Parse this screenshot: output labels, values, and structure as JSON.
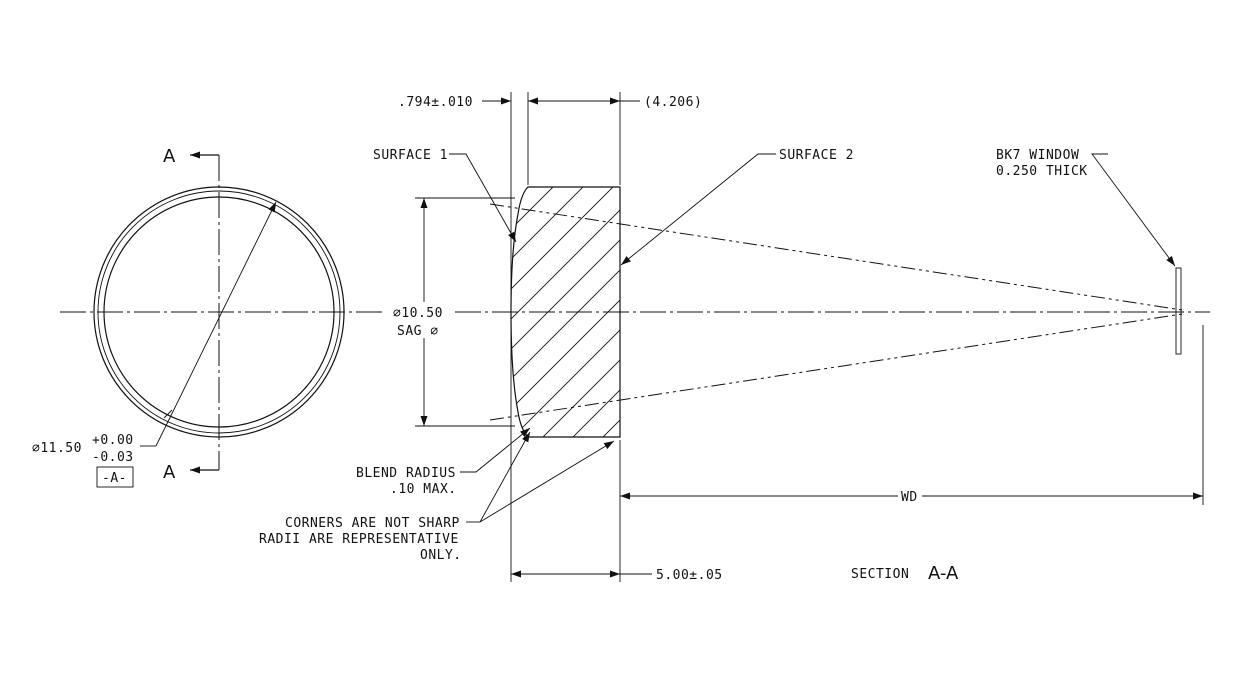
{
  "labels": {
    "section_mark_top": "A",
    "section_mark_bottom": "A",
    "outer_diameter": "∅11.50",
    "outer_tol_plus": "+0.00",
    "outer_tol_minus": "-0.03",
    "datum": "-A-",
    "center_thickness": ".794±.010",
    "ref_dim": "(4.206)",
    "surface1": "SURFACE 1",
    "surface2": "SURFACE 2",
    "window_line1": "BK7 WINDOW",
    "window_line2": "0.250 THICK",
    "sag_line1": "∅10.50",
    "sag_line2": "SAG ∅",
    "blend_line1": "BLEND RADIUS",
    "blend_line2": ".10 MAX.",
    "corners_line1": "CORNERS ARE NOT SHARP",
    "corners_line2": "RADII ARE REPRESENTATIVE",
    "corners_line3": "ONLY.",
    "wd": "WD",
    "overall_length": "5.00±.05",
    "section_word": "SECTION",
    "section_letters": "A-A"
  }
}
